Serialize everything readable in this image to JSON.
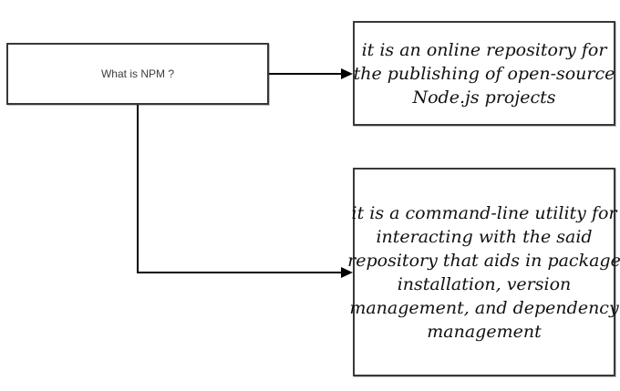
{
  "diagram": {
    "question": {
      "label": "What is NPM ?"
    },
    "answers": [
      {
        "text": "it is an online repository for the publishing of open-source Node.js projects",
        "lines": [
          "it is an online repository for",
          "the publishing of open-source",
          "Node.js projects"
        ]
      },
      {
        "text": "it is a command-line utility for interacting with the said repository that aids in package installation, version management, and dependency management",
        "lines": [
          "it is a command-line utility for",
          "interacting with the said",
          "repository that aids in package",
          "installation, version",
          "management, and dependency",
          "management"
        ]
      }
    ],
    "colors": {
      "background": "#ffffff",
      "box_border": "#383838",
      "connector": "#000000",
      "question_text": "#3d3d3d",
      "answer_text": "#111111"
    }
  }
}
